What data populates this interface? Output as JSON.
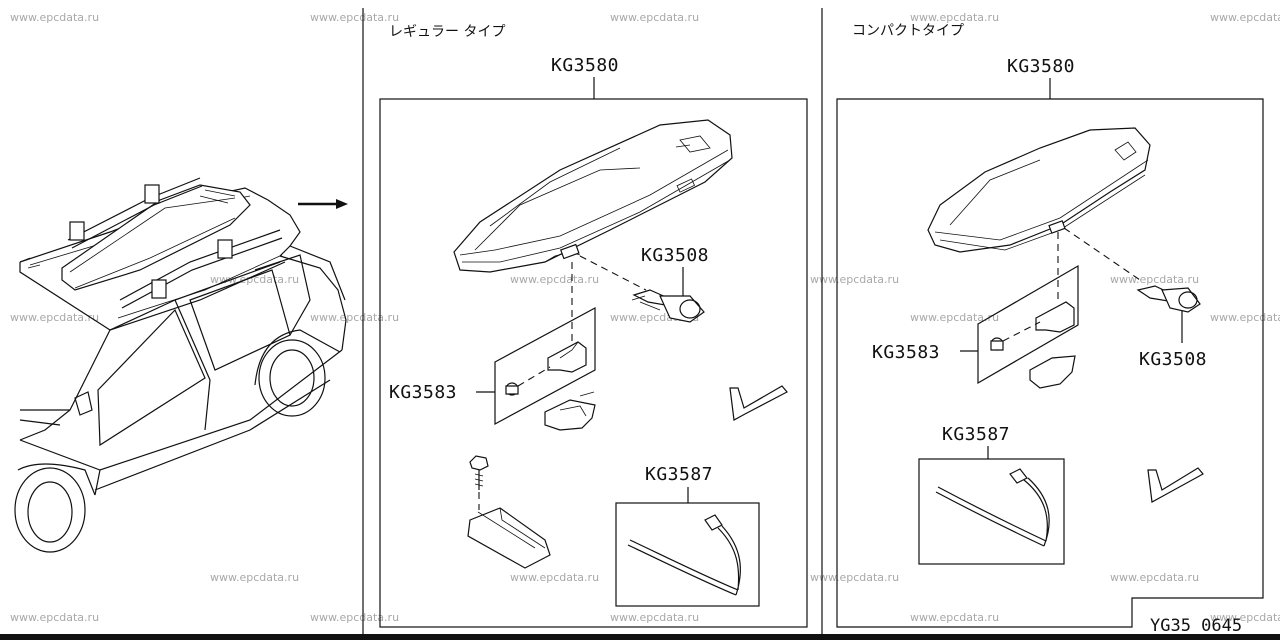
{
  "watermark": "www.epcdata.ru",
  "sections": {
    "regular_type": {
      "title": "レギュラー タイプ",
      "kit_label": "KG3580",
      "parts": [
        "KG3508",
        "KG3583",
        "KG3587"
      ]
    },
    "compact_type": {
      "title": "コンパクトタイプ",
      "kit_label": "KG3580",
      "parts": [
        "KG3583",
        "KG3508",
        "KG3587"
      ]
    }
  },
  "page_code": "YG35 0645"
}
